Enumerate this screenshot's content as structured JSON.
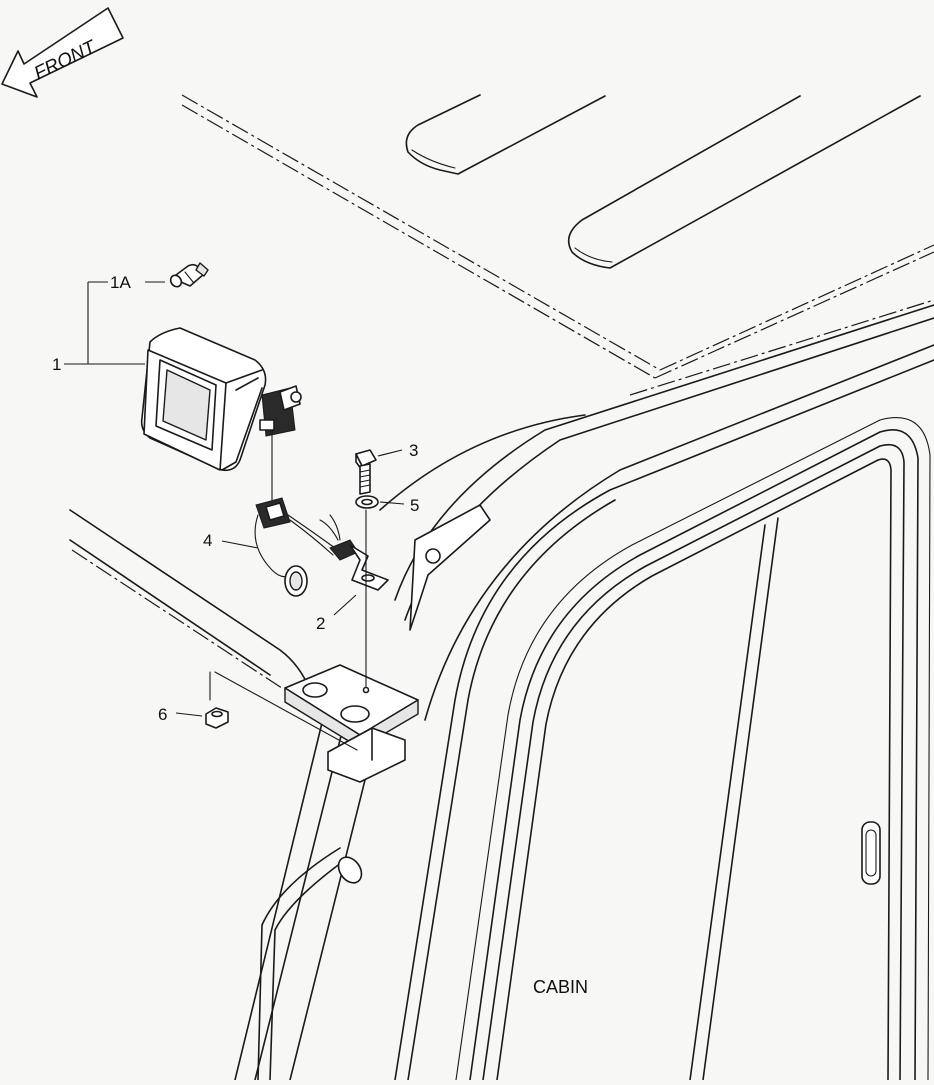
{
  "orientation_label": "FRONT",
  "assembly_label": "CABIN",
  "callouts": [
    {
      "id": "1A",
      "label": "1A"
    },
    {
      "id": "1",
      "label": "1"
    },
    {
      "id": "3",
      "label": "3"
    },
    {
      "id": "5",
      "label": "5"
    },
    {
      "id": "4",
      "label": "4"
    },
    {
      "id": "2",
      "label": "2"
    },
    {
      "id": "6",
      "label": "6"
    }
  ],
  "icons": [
    "front-arrow-icon",
    "work-lamp-icon",
    "bulb-icon",
    "bolt-icon",
    "washer-icon",
    "bracket-icon",
    "harness-icon",
    "nut-icon"
  ]
}
